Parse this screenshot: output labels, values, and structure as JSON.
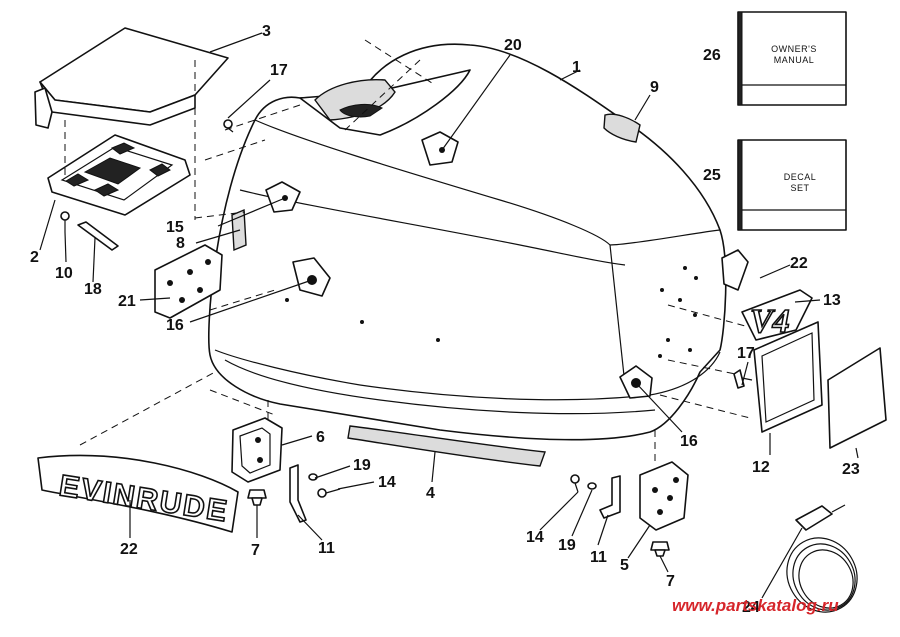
{
  "diagram": {
    "callouts": {
      "p1": "1",
      "p2": "2",
      "p3": "3",
      "p4": "4",
      "p5": "5",
      "p6": "6",
      "p7a": "7",
      "p7b": "7",
      "p8": "8",
      "p9": "9",
      "p10": "10",
      "p11a": "11",
      "p11b": "11",
      "p12": "12",
      "p13": "13",
      "p14a": "14",
      "p14b": "14",
      "p15": "15",
      "p16a": "16",
      "p16b": "16",
      "p17a": "17",
      "p17b": "17",
      "p18": "18",
      "p19a": "19",
      "p19b": "19",
      "p20": "20",
      "p21": "21",
      "p22a": "22",
      "p22b": "22",
      "p23": "23",
      "p24": "24",
      "p25": "25",
      "p26": "26"
    },
    "manual_box": {
      "line1": "OWNER'S",
      "line2": "MANUAL"
    },
    "decal_box": {
      "line1": "DECAL",
      "line2": "SET"
    },
    "brand_decal": "EVINRUDE",
    "model_decal": "V4",
    "watermark": "www.partskatalog.ru"
  }
}
